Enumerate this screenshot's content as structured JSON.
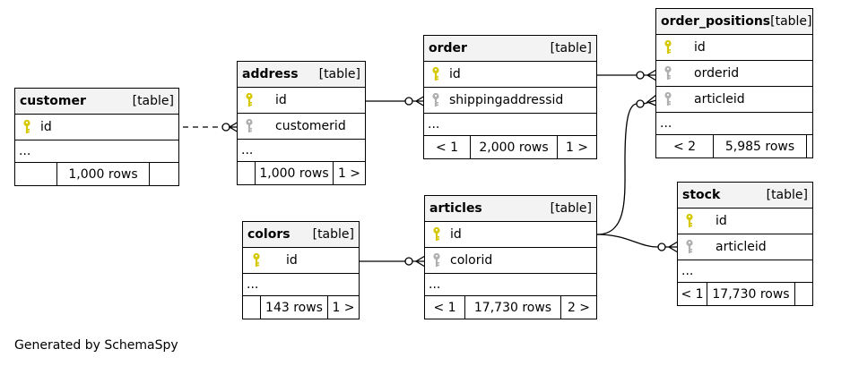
{
  "footer": "Generated by SchemaSpy",
  "colors": {
    "primary_key": "#d6c800",
    "foreign_key": "#b0b0b0",
    "header_bg": "#f3f3f3"
  },
  "tables": {
    "customer": {
      "name": "customer",
      "kind": "[table]",
      "columns": [
        "id"
      ],
      "ellipsis": "...",
      "prev": "",
      "rows": "1,000 rows",
      "next": ""
    },
    "address": {
      "name": "address",
      "kind": "[table]",
      "columns": [
        "id",
        "customerid"
      ],
      "ellipsis": "...",
      "prev": "",
      "rows": "1,000 rows",
      "next": "1 >"
    },
    "order": {
      "name": "order",
      "kind": "[table]",
      "columns": [
        "id",
        "shippingaddressid"
      ],
      "ellipsis": "...",
      "prev": "< 1",
      "rows": "2,000 rows",
      "next": "1 >"
    },
    "order_positions": {
      "name": "order_positions",
      "kind": "[table]",
      "columns": [
        "id",
        "orderid",
        "articleid"
      ],
      "ellipsis": "...",
      "prev": "< 2",
      "rows": "5,985 rows",
      "next": ""
    },
    "colors": {
      "name": "colors",
      "kind": "[table]",
      "columns": [
        "id"
      ],
      "ellipsis": "...",
      "prev": "",
      "rows": "143 rows",
      "next": "1 >"
    },
    "articles": {
      "name": "articles",
      "kind": "[table]",
      "columns": [
        "id",
        "colorid"
      ],
      "ellipsis": "...",
      "prev": "< 1",
      "rows": "17,730 rows",
      "next": "2 >"
    },
    "stock": {
      "name": "stock",
      "kind": "[table]",
      "columns": [
        "id",
        "articleid"
      ],
      "ellipsis": "...",
      "prev": "< 1",
      "rows": "17,730 rows",
      "next": ""
    }
  }
}
